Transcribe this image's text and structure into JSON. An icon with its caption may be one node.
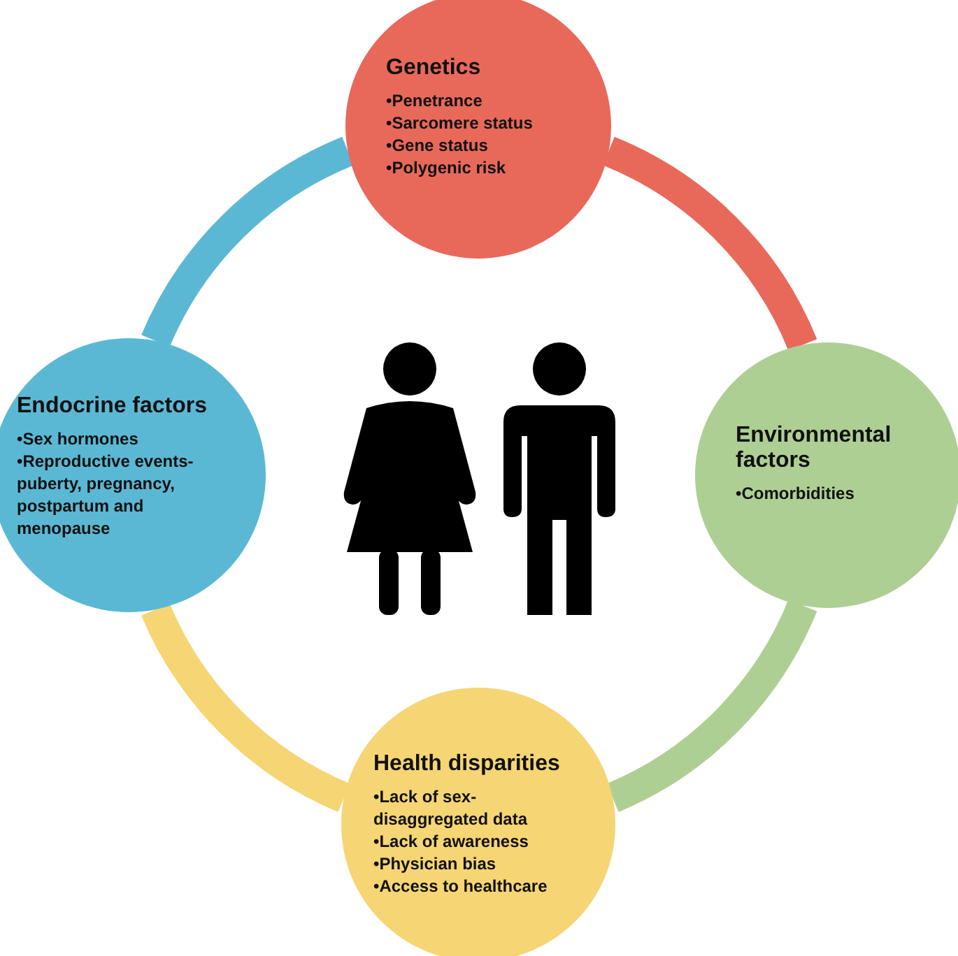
{
  "diagram": {
    "nodes": [
      {
        "text": [
          "Genetics",
          "•Penetrance",
          "•Sarcomere status",
          "•Gene status",
          "•Polygenic risk"
        ]
      },
      {
        "text": [
          "Environmental factors",
          "•Comorbidities"
        ]
      },
      {
        "text": [
          "Health disparities",
          "•Lack of sex-disaggregated data",
          "•Lack of awareness",
          "•Physician bias",
          "•Access to healthcare"
        ]
      },
      {
        "text": [
          "Endocrine factors",
          "•Sex hormones",
          "•Reproductive events-puberty, pregnancy, postpartum and menopause"
        ]
      }
    ],
    "edges": [
      {
        "from": 0,
        "to": 1,
        "arrow": "none",
        "color": "#e8695a"
      },
      {
        "from": 1,
        "to": 2,
        "arrow": "none",
        "color": "#aecf93"
      },
      {
        "from": 2,
        "to": 3,
        "arrow": "none",
        "color": "#f6d574"
      },
      {
        "from": 3,
        "to": 0,
        "arrow": "none",
        "color": "#5bb8d4"
      }
    ]
  }
}
